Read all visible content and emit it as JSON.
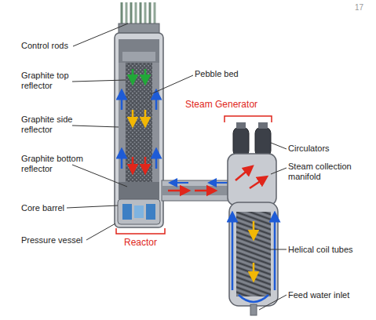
{
  "diagram": {
    "labels": [
      "17",
      "Control rods",
      "Graphite top reflector",
      "Pebble bed",
      "Steam Generator",
      "Graphite side reflector",
      "Circulators",
      "Graphite bottom reflector",
      "Steam collection manifold",
      "Core barrel",
      "Pressure vessel",
      "Reactor",
      "Helical coil tubes",
      "Feed water inlet"
    ]
  }
}
